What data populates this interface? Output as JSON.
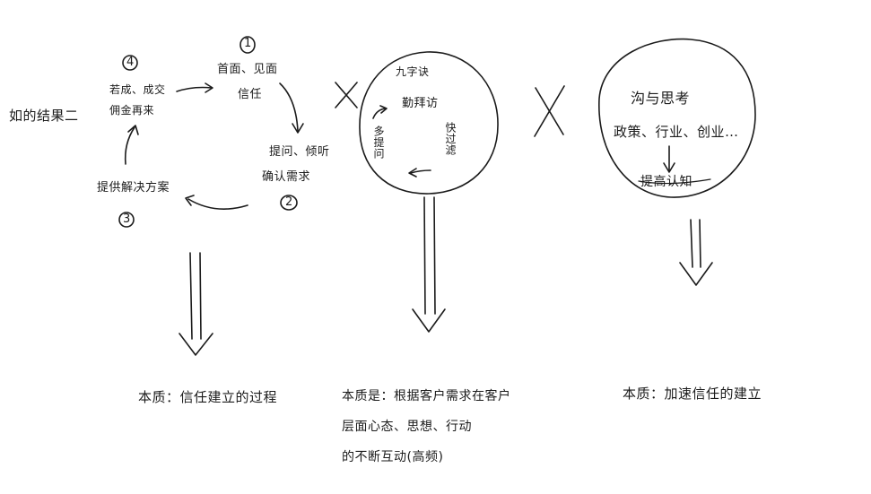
{
  "left_title": "如的结果二",
  "cycle": {
    "step1": {
      "num": "1",
      "line1": "首面、见面",
      "line2": "信任"
    },
    "step2": {
      "num": "2",
      "line1": "提问、倾听",
      "line2": "确认需求"
    },
    "step3": {
      "num": "3",
      "line1": "提供解决方案"
    },
    "step4": {
      "num": "4",
      "line1": "若成、成交",
      "line2": "佣金再来"
    }
  },
  "circle_middle": {
    "title": "九字诀",
    "top": "勤拜访",
    "right": "快过滤",
    "left": "多提问"
  },
  "circle_right": {
    "line1": "沟与思考",
    "line2": "政策、行业、创业…",
    "line3": "提高认知"
  },
  "symbols": {
    "times": "X"
  },
  "captions": {
    "left": "本质：信任建立的过程",
    "middle": [
      "本质是：根据客户需求在客户",
      "层面心态、思想、行动",
      "的不断互动(高频)"
    ],
    "right": "本质：加速信任的建立"
  }
}
